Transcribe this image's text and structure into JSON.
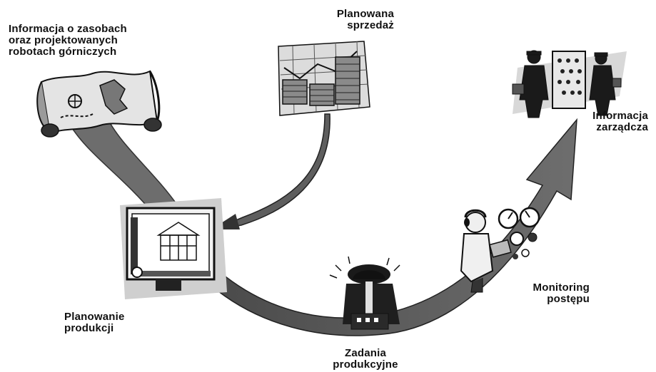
{
  "labels": {
    "resources": [
      "Informacja o zasobach",
      "oraz projektowanych",
      "robotach górniczych"
    ],
    "planned_sales": [
      "Planowana",
      "sprzedaż"
    ],
    "management_info": [
      "Informacja",
      "zarządcza"
    ],
    "production_planning": [
      "Planowanie",
      "produkcji"
    ],
    "production_tasks": [
      "Zadania",
      "produkcyjne"
    ],
    "progress_monitoring": [
      "Monitoring",
      "postępu"
    ]
  }
}
